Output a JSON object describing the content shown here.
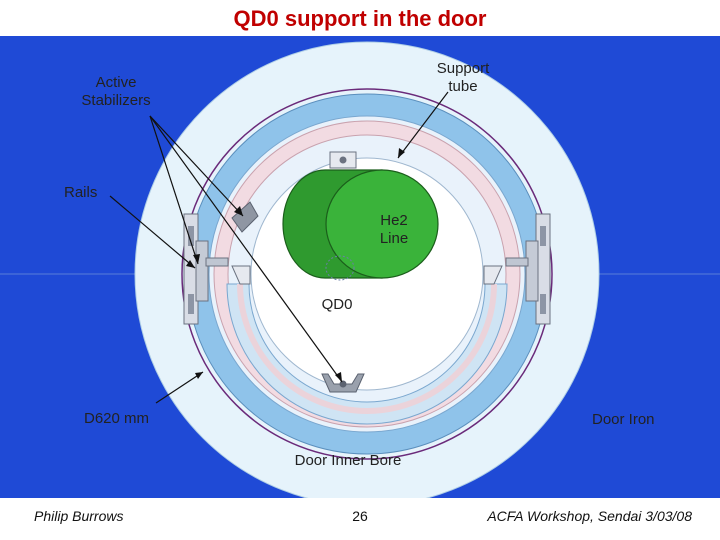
{
  "slide": {
    "title": "QD0 support in the door"
  },
  "labels": {
    "active_stabilizers": "Active\nStabilizers",
    "support_tube": "Support\ntube",
    "rails": "Rails",
    "he2_line": "He2\nLine",
    "qd0": "QD0",
    "d620": "D620 mm",
    "door_iron": "Door Iron",
    "door_inner_bore": "Door Inner Bore"
  },
  "footer": {
    "author": "Philip Burrows",
    "page_number": "26",
    "event": "ACFA Workshop, Sendai   3/03/08"
  },
  "colors": {
    "background_blue": "#1f4ad6",
    "door_iron": "#e4f2fb",
    "support_tube": "#8fc3ea",
    "rails_ring": "#f7e6ea",
    "he2_green": "#2aa12a",
    "title_red": "#c00000"
  }
}
